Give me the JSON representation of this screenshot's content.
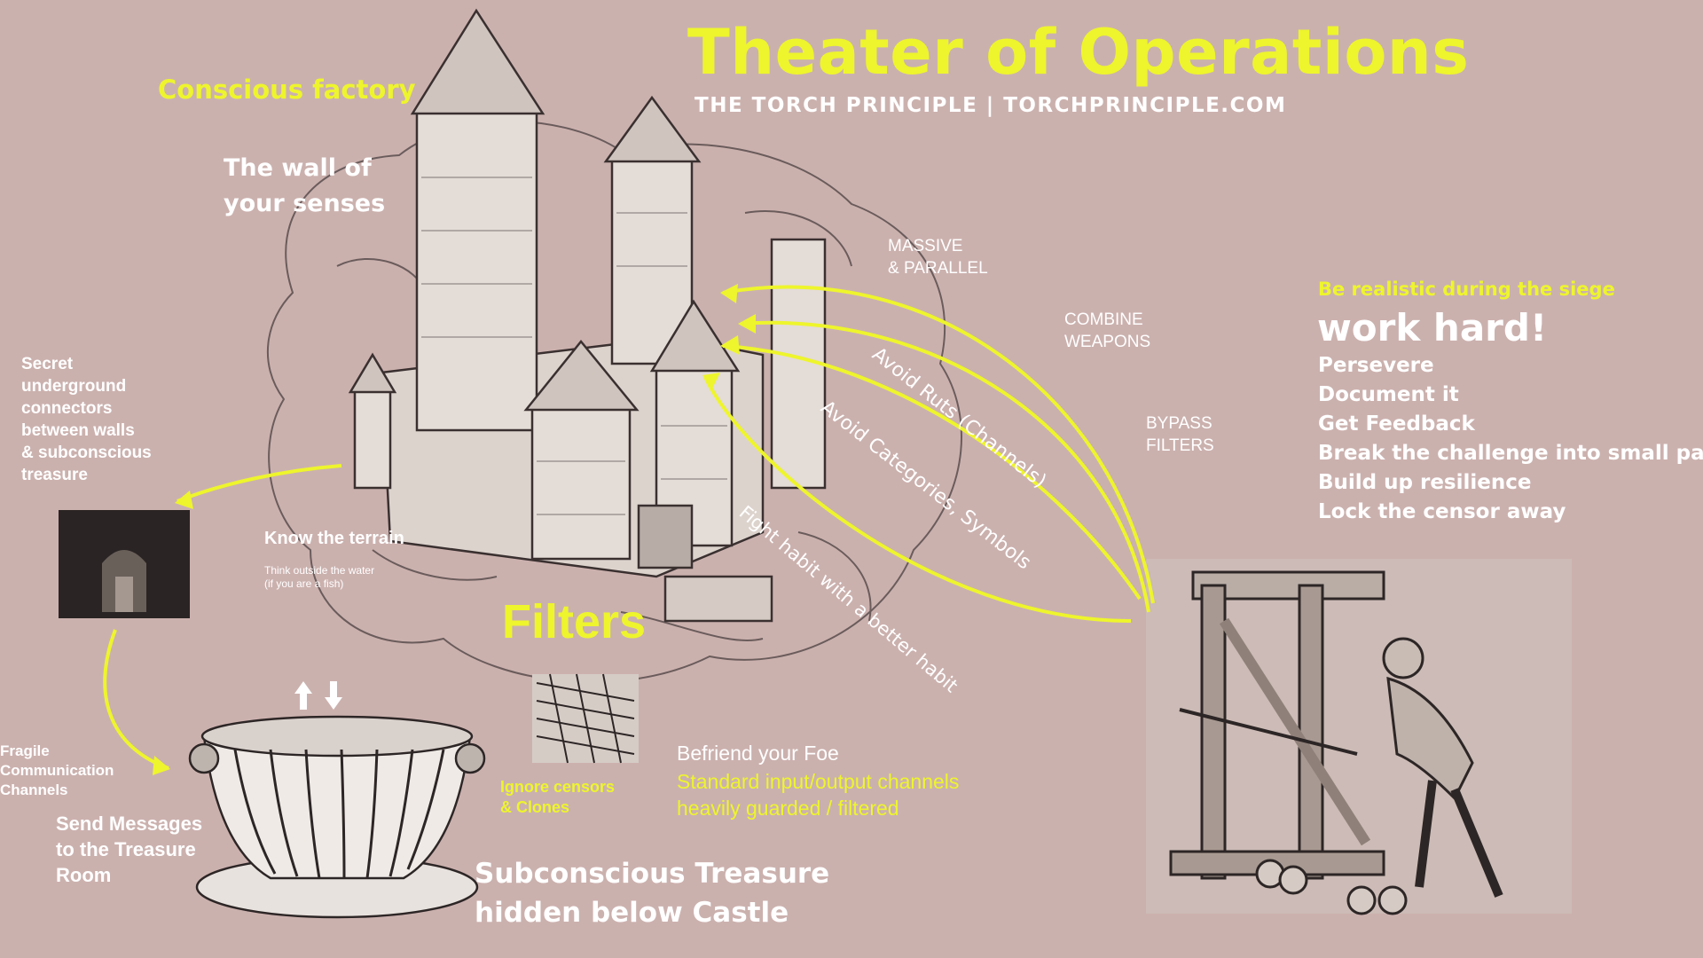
{
  "header": {
    "title": "Theater of Operations",
    "subtitle": "THE TORCH PRINCIPLE | TORCHPRINCIPLE.COM"
  },
  "labels": {
    "conscious_factory": "Conscious factory",
    "wall_of_senses_1": "The wall of",
    "wall_of_senses_2": "your senses",
    "secret_connectors": [
      "Secret",
      "underground",
      "connectors",
      "between walls",
      "& subconscious",
      "treasure"
    ],
    "know_terrain": "Know the terrain",
    "think_outside_1": "Think outside the water",
    "think_outside_2": "(if you are a fish)",
    "filters": "Filters",
    "fragile_channels": [
      "Fragile",
      "Communication",
      "Channels"
    ],
    "send_messages": [
      "Send Messages",
      "to the Treasure",
      "Room"
    ],
    "subconscious_treasure_1": "Subconscious Treasure",
    "subconscious_treasure_2": "hidden below Castle",
    "ignore_censors_1": "Ignore censors",
    "ignore_censors_2": "& Clones",
    "befriend_foe": "Befriend your Foe",
    "standard_io_1": "Standard input/output channels",
    "standard_io_2": "heavily guarded / filtered",
    "massive_parallel_1": "MASSIVE",
    "massive_parallel_2": "& PARALLEL",
    "combine_weapons_1": "COMBINE",
    "combine_weapons_2": "WEAPONS",
    "bypass_filters_1": "BYPASS",
    "bypass_filters_2": "FILTERS",
    "avoid_ruts": "Avoid Ruts (Channels)",
    "avoid_categories": "Avoid Categories, Symbols",
    "fight_habit": "Fight habit with a better habit"
  },
  "siege": {
    "heading": "Be realistic during the siege",
    "emphasis": "work hard!",
    "items": [
      "Persevere",
      "Document it",
      "Get Feedback",
      "Break the challenge into small parts",
      "Build up resilience",
      "Lock the censor away"
    ]
  },
  "colors": {
    "background": "#cbb1ae",
    "accent_yellow": "#eef52c",
    "text_white": "#ffffff",
    "ink": "#3a3030"
  },
  "icons": [
    "castle-illustration",
    "brain-outline",
    "catapult-illustration",
    "treasure-urn-illustration",
    "tunnel-photo",
    "soldiers-illustration",
    "up-arrow-icon",
    "down-arrow-icon"
  ]
}
